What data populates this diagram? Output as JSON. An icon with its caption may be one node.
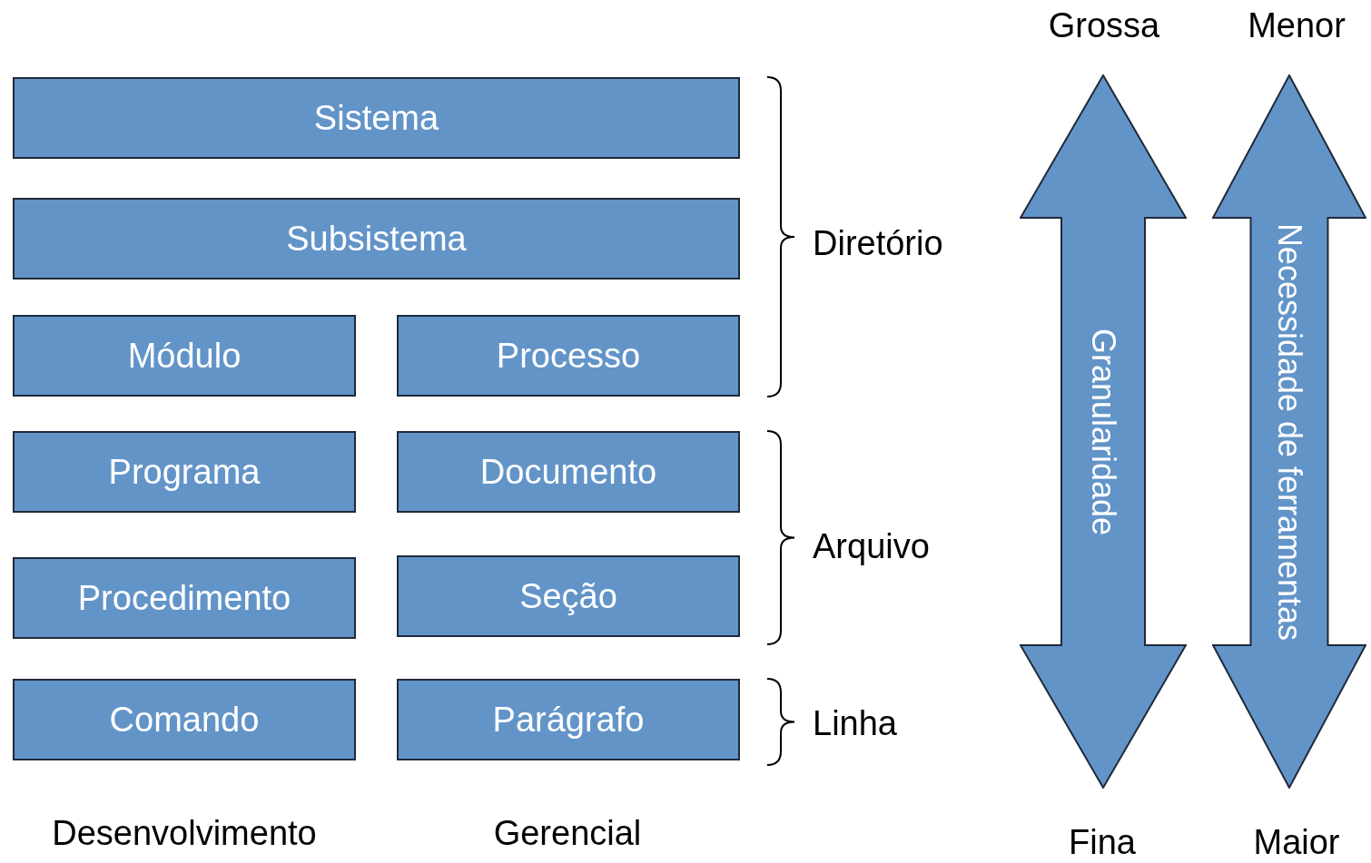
{
  "diagram": {
    "nodes": [
      {
        "text": [
          "Sistema"
        ]
      },
      {
        "text": [
          "Subsistema"
        ]
      },
      {
        "text": [
          "Módulo"
        ]
      },
      {
        "text": [
          "Processo"
        ]
      },
      {
        "text": [
          "Programa"
        ]
      },
      {
        "text": [
          "Documento"
        ]
      },
      {
        "text": [
          "Procedimento"
        ]
      },
      {
        "text": [
          "Seção"
        ]
      },
      {
        "text": [
          "Comando"
        ]
      },
      {
        "text": [
          "Parágrafo"
        ]
      },
      {
        "text": [
          "Granularidade"
        ]
      },
      {
        "text": [
          "Necessidade de ferramentas"
        ]
      }
    ],
    "labels": [
      "Grossa",
      "Menor",
      "Diretório",
      "Arquivo",
      "Linha",
      "Desenvolvimento",
      "Gerencial",
      "Fina",
      "Maior"
    ]
  }
}
